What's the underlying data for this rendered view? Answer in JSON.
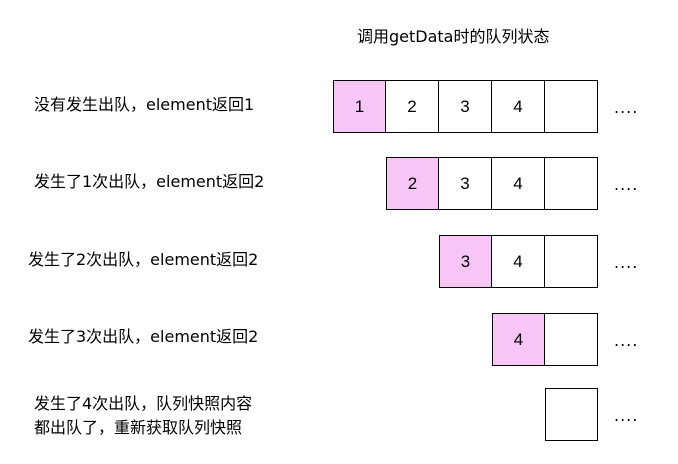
{
  "title": "调用getData时的队列状态",
  "colors": {
    "highlight": "#f7c6f7",
    "border": "#000000",
    "background": "#ffffff"
  },
  "rows": [
    {
      "label_lines": [
        "没有发生出队，element返回1"
      ],
      "cells": [
        "1",
        "2",
        "3",
        "4",
        ""
      ],
      "highlighted_index": 0,
      "ellipsis": "...."
    },
    {
      "label_lines": [
        "发生了1次出队，element返回2"
      ],
      "cells": [
        "2",
        "3",
        "4",
        ""
      ],
      "highlighted_index": 0,
      "ellipsis": "...."
    },
    {
      "label_lines": [
        "发生了2次出队，element返回2"
      ],
      "cells": [
        "3",
        "4",
        ""
      ],
      "highlighted_index": 0,
      "ellipsis": "...."
    },
    {
      "label_lines": [
        "发生了3次出队，element返回2"
      ],
      "cells": [
        "4",
        ""
      ],
      "highlighted_index": 0,
      "ellipsis": "...."
    },
    {
      "label_lines": [
        "发生了4次出队，队列快照内容",
        "都出队了，重新获取队列快照"
      ],
      "cells": [
        ""
      ],
      "highlighted_index": null,
      "ellipsis": "...."
    }
  ]
}
